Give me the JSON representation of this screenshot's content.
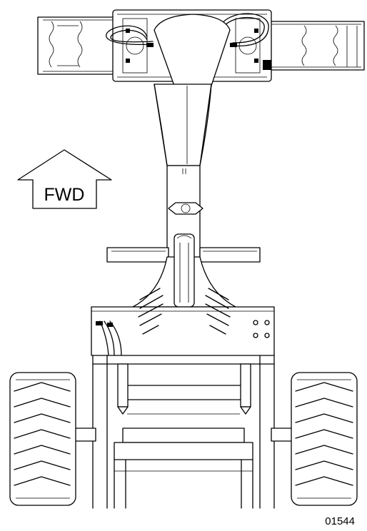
{
  "direction_label": "FWD",
  "figure_number": "01544",
  "icons": {
    "direction_arrow": "up-arrow-outline"
  },
  "colors": {
    "line": "#000000",
    "background": "#ffffff"
  }
}
